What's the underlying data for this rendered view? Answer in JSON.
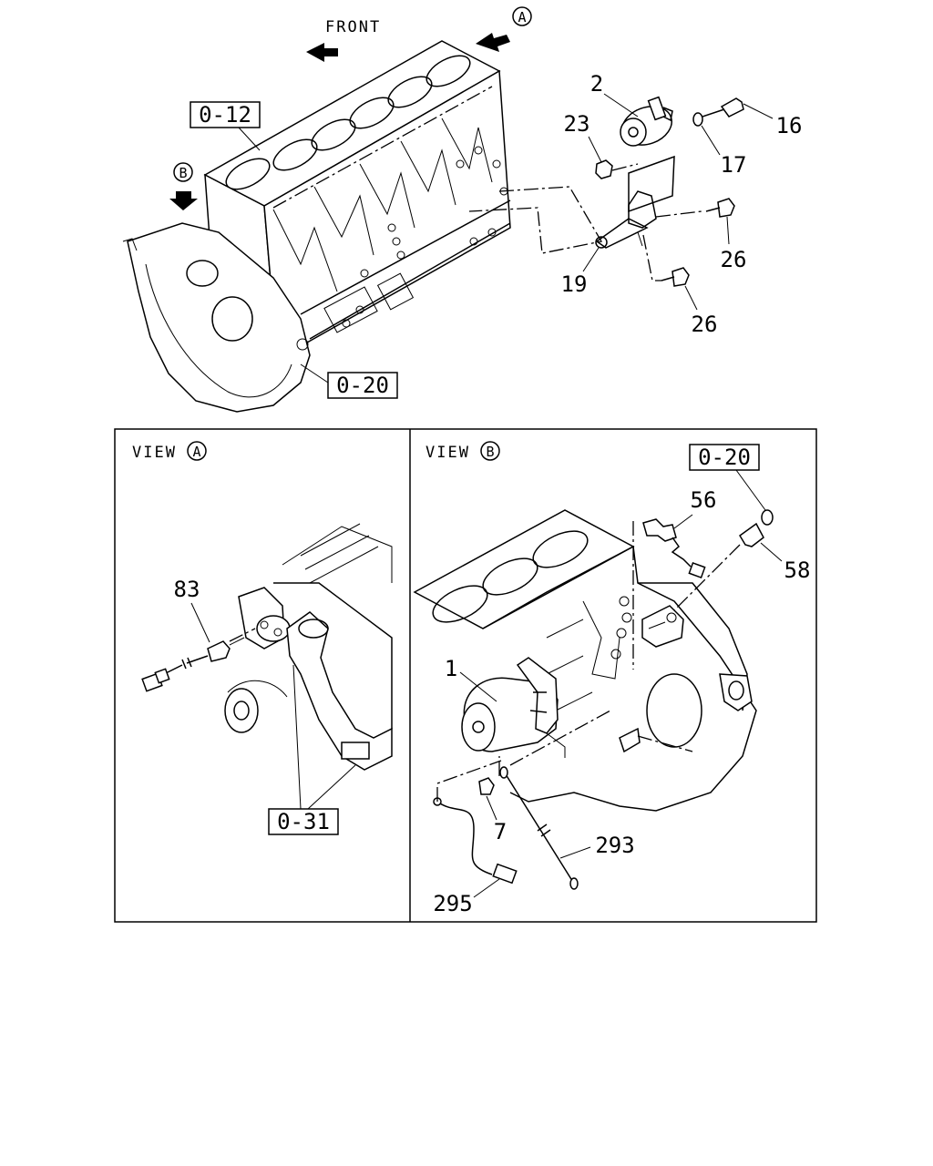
{
  "header": {
    "front_label": "FRONT",
    "arrow_a_letter": "A",
    "arrow_b_letter": "B"
  },
  "top_view": {
    "refs": {
      "block": "0-12",
      "flywheel_housing": "0-20"
    },
    "callouts": {
      "p2": "2",
      "p16": "16",
      "p17": "17",
      "p19": "19",
      "p23": "23",
      "p26a": "26",
      "p26b": "26"
    }
  },
  "view_a": {
    "title_word": "VIEW",
    "title_letter": "A",
    "refs": {
      "water_outlet": "0-31"
    },
    "callouts": {
      "p83": "83"
    }
  },
  "view_b": {
    "title_word": "VIEW",
    "title_letter": "B",
    "refs": {
      "flywheel_housing": "0-20"
    },
    "callouts": {
      "p1": "1",
      "p7": "7",
      "p56": "56",
      "p58": "58",
      "p293": "293",
      "p295": "295"
    }
  }
}
